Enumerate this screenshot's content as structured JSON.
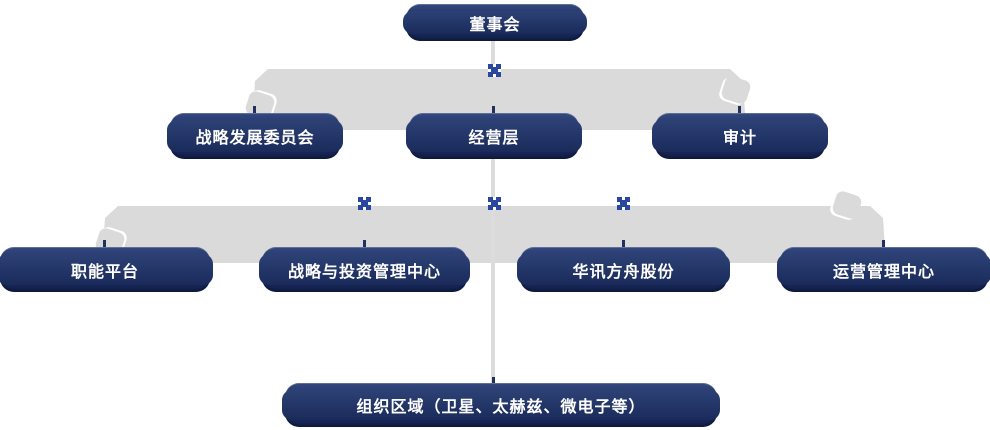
{
  "chart": {
    "type": "org-chart",
    "levels": [
      {
        "name": "level-1",
        "nodes": [
          {
            "id": "board",
            "label": "董事会"
          }
        ]
      },
      {
        "name": "level-2",
        "nodes": [
          {
            "id": "strategy-development-committee",
            "label": "战略发展委员会"
          },
          {
            "id": "management-level",
            "label": "经营层"
          },
          {
            "id": "audit",
            "label": "审计"
          }
        ]
      },
      {
        "name": "level-3",
        "nodes": [
          {
            "id": "functional-platform",
            "label": "职能平台"
          },
          {
            "id": "strategy-investment-management-center",
            "label": "战略与投资管理中心"
          },
          {
            "id": "huaxun-ark-shares",
            "label": "华讯方舟股份"
          },
          {
            "id": "operations-management-center",
            "label": "运营管理中心"
          }
        ]
      },
      {
        "name": "level-4",
        "nodes": [
          {
            "id": "organization-regions",
            "label": "组织区域（卫星、太赫兹、微电子等）"
          }
        ]
      }
    ],
    "colors": {
      "node_gradient_top": "#34497f",
      "node_gradient_bottom": "#13214e",
      "node_text": "#ffffff",
      "connector_band": "#dadada",
      "connector_line": "#dcdcdc",
      "junction_cross": "#2a47a0",
      "tick": "#20305f",
      "background": "#ffffff"
    }
  }
}
